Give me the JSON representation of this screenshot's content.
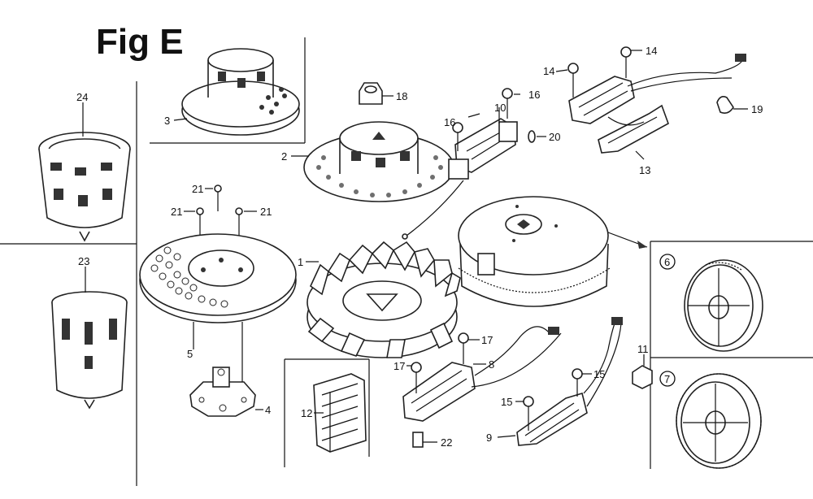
{
  "figure": {
    "title": "Fig E"
  },
  "callouts": {
    "c1": "1",
    "c2": "2",
    "c3": "3",
    "c4": "4",
    "c5": "5",
    "c6": "6",
    "c7": "7",
    "c8": "8",
    "c9": "9",
    "c10": "10",
    "c11": "11",
    "c12": "12",
    "c13": "13",
    "c14a": "14",
    "c14b": "14",
    "c15a": "15",
    "c15b": "15",
    "c16a": "16",
    "c16b": "16",
    "c17a": "17",
    "c17b": "17",
    "c18": "18",
    "c19": "19",
    "c20": "20",
    "c21a": "21",
    "c21b": "21",
    "c21c": "21",
    "c22": "22",
    "c23": "23",
    "c24": "24"
  }
}
